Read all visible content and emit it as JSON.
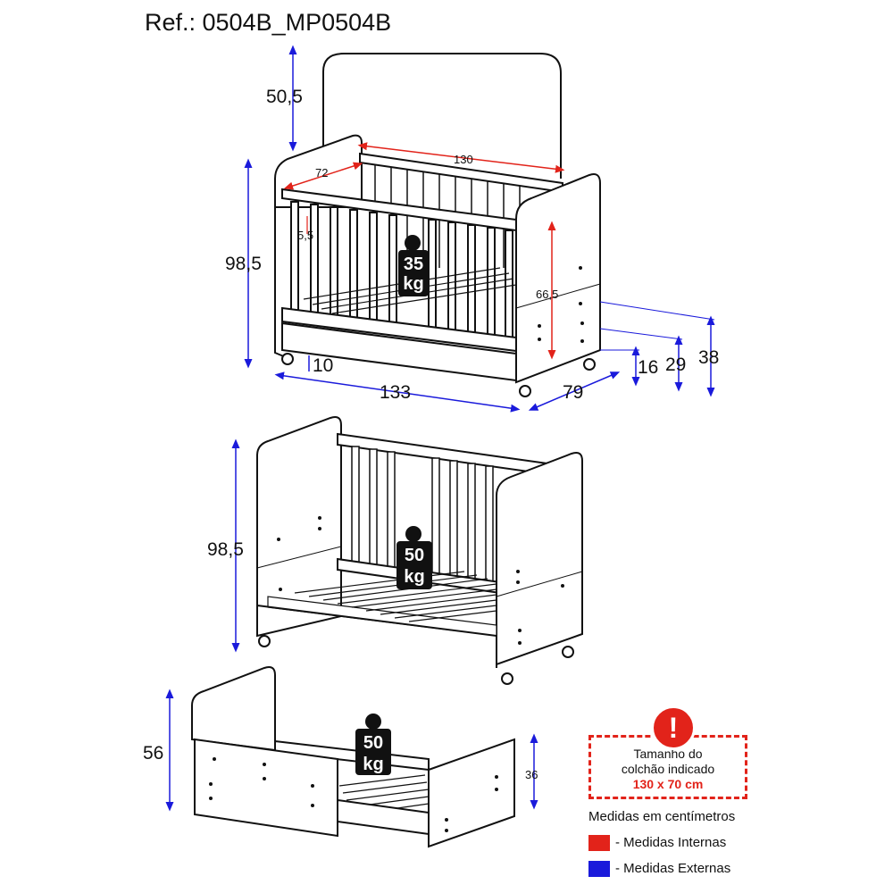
{
  "title": "Ref.: 0504B_MP0504B",
  "crib": {
    "backboard_height": "50,5",
    "internal_length": "130",
    "internal_width": "72",
    "rail_gap": "5,5",
    "internal_height": "66,5",
    "total_height": "98,5",
    "wheel_clearance": "10",
    "total_length": "133",
    "total_depth": "79",
    "height_16": "16",
    "height_29": "29",
    "height_38": "38",
    "weight_capacity_value": "35",
    "weight_capacity_unit": "kg"
  },
  "toddler_bed": {
    "total_height": "98,5",
    "weight_capacity_value": "50",
    "weight_capacity_unit": "kg"
  },
  "junior_bed": {
    "headboard_height": "56",
    "side_height": "36",
    "weight_capacity_value": "50",
    "weight_capacity_unit": "kg"
  },
  "notice": {
    "icon": "exclamation-icon",
    "line1": "Tamanho do",
    "line2": "colchão indicado",
    "line3": "130 x 70 cm"
  },
  "legend": {
    "units": "Medidas em centímetros",
    "internal_label": "- Medidas Internas",
    "external_label": "- Medidas Externas",
    "internal_color": "#e2231a",
    "external_color": "#1a1adb"
  }
}
